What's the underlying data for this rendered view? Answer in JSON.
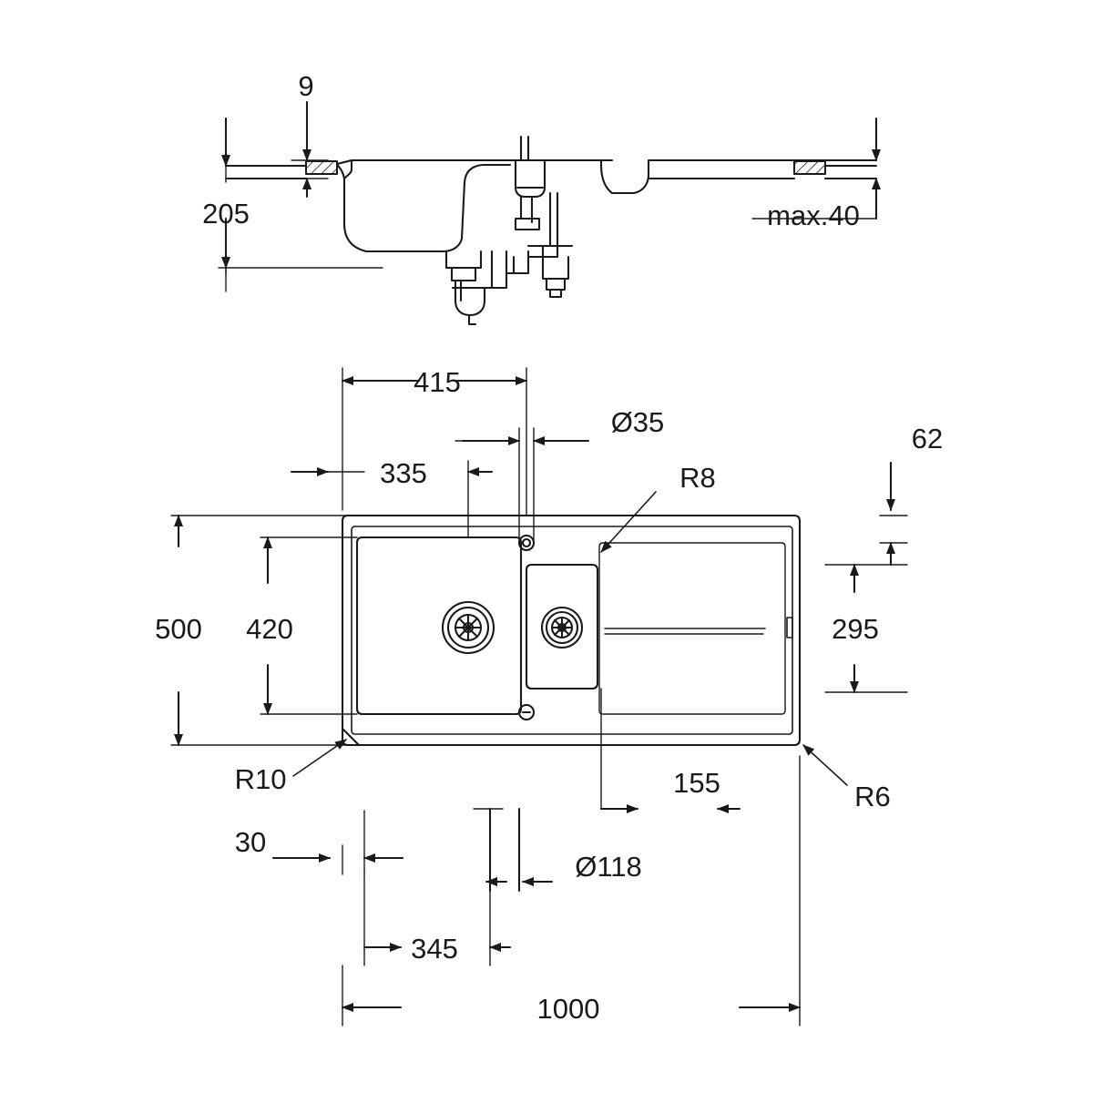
{
  "drawing": {
    "title": "Kitchen sink technical dimension drawing",
    "units": "mm",
    "line_color": "#1a1a1a",
    "background": "#ffffff",
    "views": [
      {
        "name": "section-view",
        "label": "Cross section / side elevation with waste trap"
      },
      {
        "name": "plan-view",
        "label": "Top view of 1.5-bowl sink with drainer"
      }
    ]
  },
  "dimensions": {
    "section": {
      "top_flange": "9",
      "bowl_depth": "205",
      "worktop_max": "max.40"
    },
    "plan": {
      "tap_hole_offset": "415",
      "tap_hole_dia": "Ø35",
      "second_hole_offset": "335",
      "corner_radius_inner": "R8",
      "edge_offset_right": "62",
      "overall_width": "500",
      "bowl_opening_height": "420",
      "small_bowl_height": "295",
      "corner_radius_cutout": "R10",
      "edge_offset_left": "30",
      "waste_dia": "Ø118",
      "small_bowl_offset": "155",
      "bowl_offset": "345",
      "overall_length": "1000",
      "outer_radius": "R6"
    }
  },
  "labels": [
    {
      "name": "label-9",
      "text": "9"
    },
    {
      "name": "label-205",
      "text": "205"
    },
    {
      "name": "label-max40",
      "text": "max.40"
    },
    {
      "name": "label-415",
      "text": "415"
    },
    {
      "name": "label-dia35",
      "text": "Ø35"
    },
    {
      "name": "label-335",
      "text": "335"
    },
    {
      "name": "label-r8",
      "text": "R8"
    },
    {
      "name": "label-62",
      "text": "62"
    },
    {
      "name": "label-500",
      "text": "500"
    },
    {
      "name": "label-420",
      "text": "420"
    },
    {
      "name": "label-295",
      "text": "295"
    },
    {
      "name": "label-r10",
      "text": "R10"
    },
    {
      "name": "label-30",
      "text": "30"
    },
    {
      "name": "label-155",
      "text": "155"
    },
    {
      "name": "label-r6",
      "text": "R6"
    },
    {
      "name": "label-dia118",
      "text": "Ø118"
    },
    {
      "name": "label-345",
      "text": "345"
    },
    {
      "name": "label-1000",
      "text": "1000"
    }
  ]
}
